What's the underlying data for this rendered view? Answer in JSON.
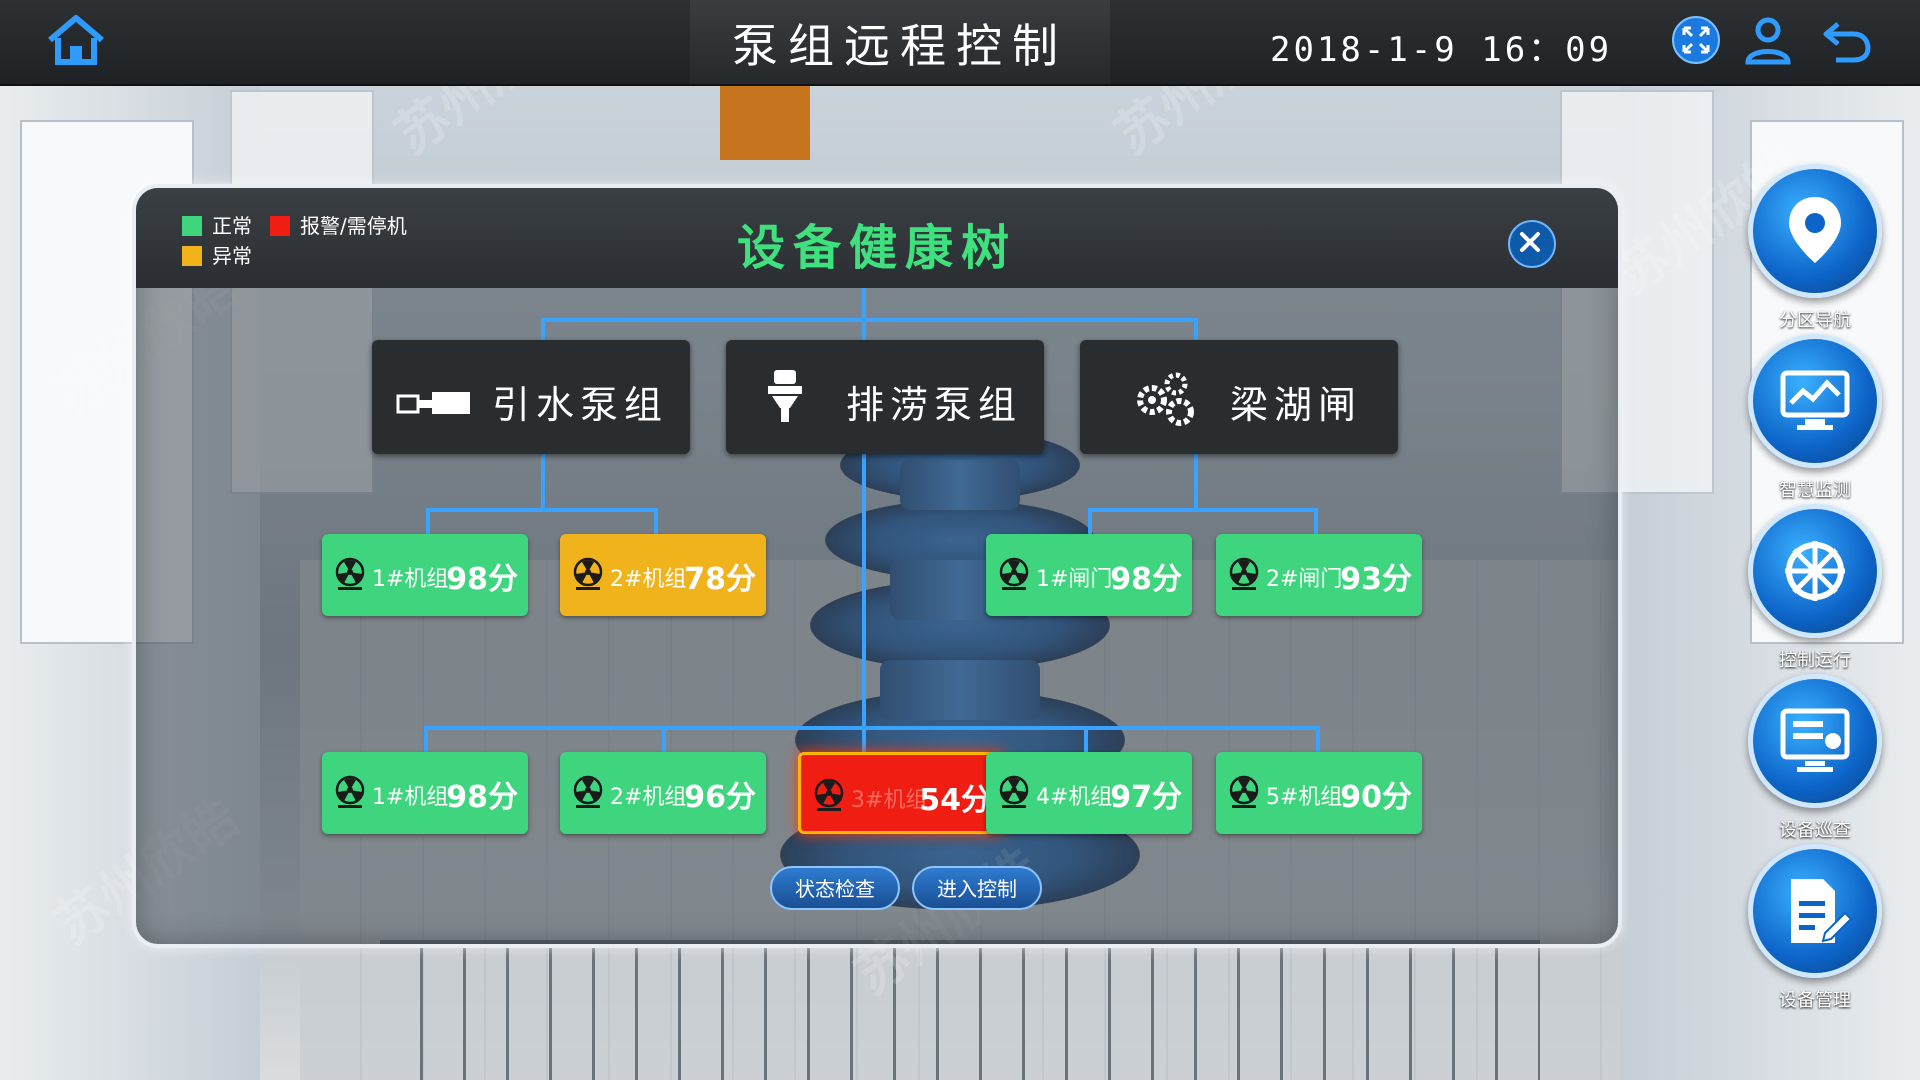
{
  "header": {
    "title": "泵组远程控制",
    "datetime": "2018-1-9 16：09"
  },
  "dialog": {
    "title": "设备健康树",
    "legend": [
      {
        "label": "正常",
        "color": "#3ed57e"
      },
      {
        "label": "报警/需停机",
        "color": "#ef1d12"
      },
      {
        "label": "异常",
        "color": "#f1b31c"
      }
    ],
    "groups": [
      {
        "label": "引水泵组"
      },
      {
        "label": "排涝泵组"
      },
      {
        "label": "梁湖闸"
      }
    ],
    "units_top": [
      {
        "name": "1#机组",
        "score": "98分",
        "status": "ok"
      },
      {
        "name": "2#机组",
        "score": "78分",
        "status": "warn"
      },
      {
        "name": "1#闸门",
        "score": "98分",
        "status": "ok"
      },
      {
        "name": "2#闸门",
        "score": "93分",
        "status": "ok"
      }
    ],
    "units_bottom": [
      {
        "name": "1#机组",
        "score": "98分",
        "status": "ok"
      },
      {
        "name": "2#机组",
        "score": "96分",
        "status": "ok"
      },
      {
        "name": "3#机组",
        "score": "54分",
        "status": "alarm"
      },
      {
        "name": "4#机组",
        "score": "97分",
        "status": "ok"
      },
      {
        "name": "5#机组",
        "score": "90分",
        "status": "ok"
      }
    ],
    "buttons": {
      "status_check": "状态检查",
      "enter_control": "进入控制"
    }
  },
  "nav": [
    {
      "label": "分区导航",
      "icon": "map-pin-icon"
    },
    {
      "label": "智慧监测",
      "icon": "monitor-chart-icon"
    },
    {
      "label": "控制运行",
      "icon": "wheel-icon"
    },
    {
      "label": "设备巡查",
      "icon": "server-check-icon"
    },
    {
      "label": "设备管理",
      "icon": "document-edit-icon"
    }
  ],
  "watermark": "苏州欣皓"
}
